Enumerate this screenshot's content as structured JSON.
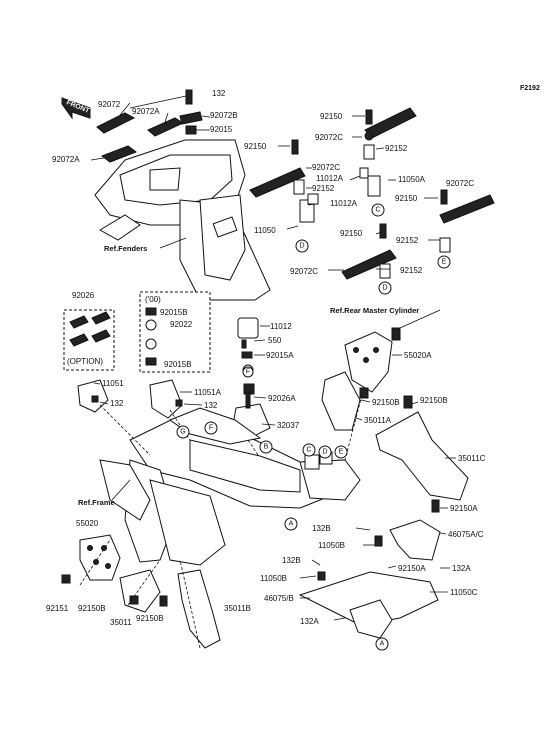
{
  "figure_code": "F2192",
  "front_label": "FRONT",
  "refs": {
    "fenders": "Ref.Fenders",
    "rear_master_cylinder": "Ref.Rear Master Cylinder",
    "frame": "Ref.Frame"
  },
  "inset_left": {
    "part": "92026",
    "note": "(OPTION)"
  },
  "inset_right": {
    "year": "('00)",
    "parts": [
      "92015B",
      "92022",
      "92015B"
    ]
  },
  "parts": {
    "p132_top": "132",
    "p92072": "92072",
    "p92072A_top": "92072A",
    "p92072B": "92072B",
    "p92015": "92015",
    "p92072A_left": "92072A",
    "p92150_a": "92150",
    "p92072C_a": "92072C",
    "p92152_a": "92152",
    "p92150_b": "92150",
    "p92072C_b": "92072C",
    "p11012A_a": "11012A",
    "p11050A": "11050A",
    "p92152_b": "92152",
    "p11012A_b": "11012A",
    "p92072C_c": "92072C",
    "p92150_c": "92150",
    "p11050": "11050",
    "p92150_d": "92150",
    "p92152_c": "92152",
    "p92072C_d": "92072C",
    "p92152_d": "92152",
    "p11012": "11012",
    "p550": "550",
    "p92015A": "92015A",
    "p55020A": "55020A",
    "p11051": "11051",
    "p132_l": "132",
    "p11051A": "11051A",
    "p132_r": "132",
    "p92026A": "92026A",
    "p92150B_a": "92150B",
    "p92150B_b": "92150B",
    "p35011A": "35011A",
    "p32037": "32037",
    "p35011C": "35011C",
    "p92150A_a": "92150A",
    "p132B_a": "132B",
    "p46075AC": "46075A/C",
    "p11050B_a": "11050B",
    "p55020": "55020",
    "p132B_b": "132B",
    "p92150A_b": "92150A",
    "p132A_a": "132A",
    "p11050B_b": "11050B",
    "p46075B": "46075/B",
    "p11050C": "11050C",
    "p132A_b": "132A",
    "p92151": "92151",
    "p92150B_c": "92150B",
    "p92150B_d": "92150B",
    "p35011B": "35011B",
    "p35011": "35011"
  },
  "markers": [
    "A",
    "B",
    "C",
    "D",
    "E",
    "F",
    "G"
  ]
}
